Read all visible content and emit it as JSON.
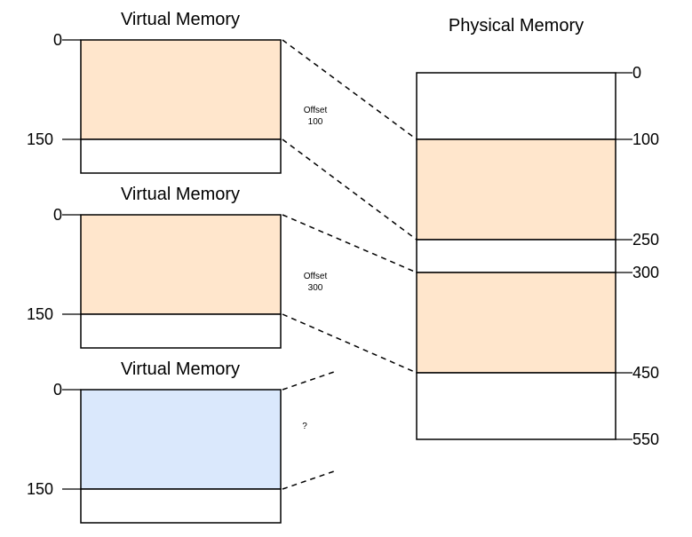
{
  "colors": {
    "orange_fill": "#ffe6cc",
    "blue_fill": "#dae8fc",
    "stroke": "#000000",
    "background": "#ffffff"
  },
  "virtual_memory_blocks": [
    {
      "title": "Virtual Memory",
      "label_top": "0",
      "label_bottom": "150",
      "fill": "orange",
      "note_line1": "Offset",
      "note_line2": "100"
    },
    {
      "title": "Virtual Memory",
      "label_top": "0",
      "label_bottom": "150",
      "fill": "orange",
      "note_line1": "Offset",
      "note_line2": "300"
    },
    {
      "title": "Virtual Memory",
      "label_top": "0",
      "label_bottom": "150",
      "fill": "blue",
      "note_line1": "?",
      "note_line2": ""
    }
  ],
  "physical_memory": {
    "title": "Physical Memory",
    "labels": [
      "0",
      "100",
      "250",
      "300",
      "450",
      "550"
    ]
  }
}
